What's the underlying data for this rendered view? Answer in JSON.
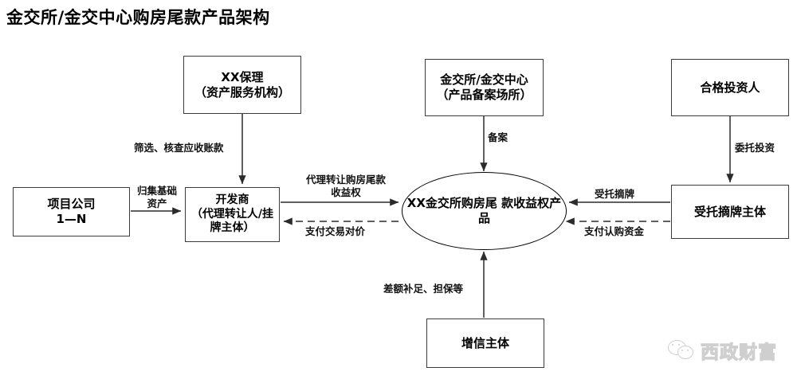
{
  "title": "金交所/金交中心购房尾款产品架构",
  "nodes": {
    "factoring": {
      "line1": "XX保理",
      "line2": "（资产服务机构）"
    },
    "exchange": {
      "line1": "金交所/金交中心",
      "line2": "（产品备案场所）"
    },
    "investor": {
      "line1": "合格投资人"
    },
    "project": {
      "line1": "项目公司",
      "line2": "1—N"
    },
    "developer": {
      "line1": "开发商",
      "line2": "（代理转让人/挂",
      "line3": "牌主体）"
    },
    "product": {
      "line1": "XX金交所购房尾",
      "line2": "款收益权产品"
    },
    "bidder": {
      "line1": "受托摘牌主体"
    },
    "credit": {
      "line1": "增信主体"
    }
  },
  "edges": {
    "screen_receivables": "筛选、核查应收账款",
    "collect_assets": {
      "line1": "归集基础资产",
      "line2": "资产"
    },
    "agent_transfer": {
      "line1": "代理转让购房尾款",
      "line2": "收益权"
    },
    "pay_consideration": "支付交易对价",
    "filing": "备案",
    "entrusted_invest": "委托投资",
    "entrusted_bid": "受托摘牌",
    "pay_subscription": "支付认购资金",
    "credit_support": "差额补足、担保等"
  },
  "watermark": {
    "text": "西政财富",
    "icon": "wechat-icon"
  },
  "colors": {
    "stroke": "#3b3b3b",
    "text": "#000000",
    "background": "#ffffff"
  }
}
